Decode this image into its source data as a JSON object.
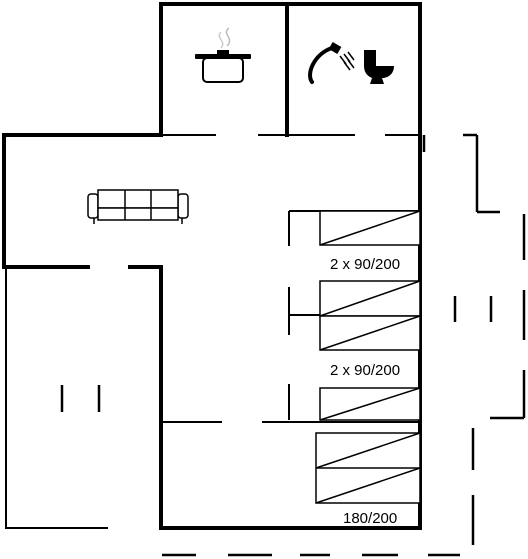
{
  "plan": {
    "labels": {
      "bed_room_top": "2 x 90/200",
      "bed_room_mid": "2 x 90/200",
      "bed_room_bottom": "180/200"
    },
    "icons": {
      "kitchen": "cooking-pot-icon",
      "shower": "shower-icon",
      "toilet": "toilet-icon",
      "living": "sofa-icon"
    }
  }
}
